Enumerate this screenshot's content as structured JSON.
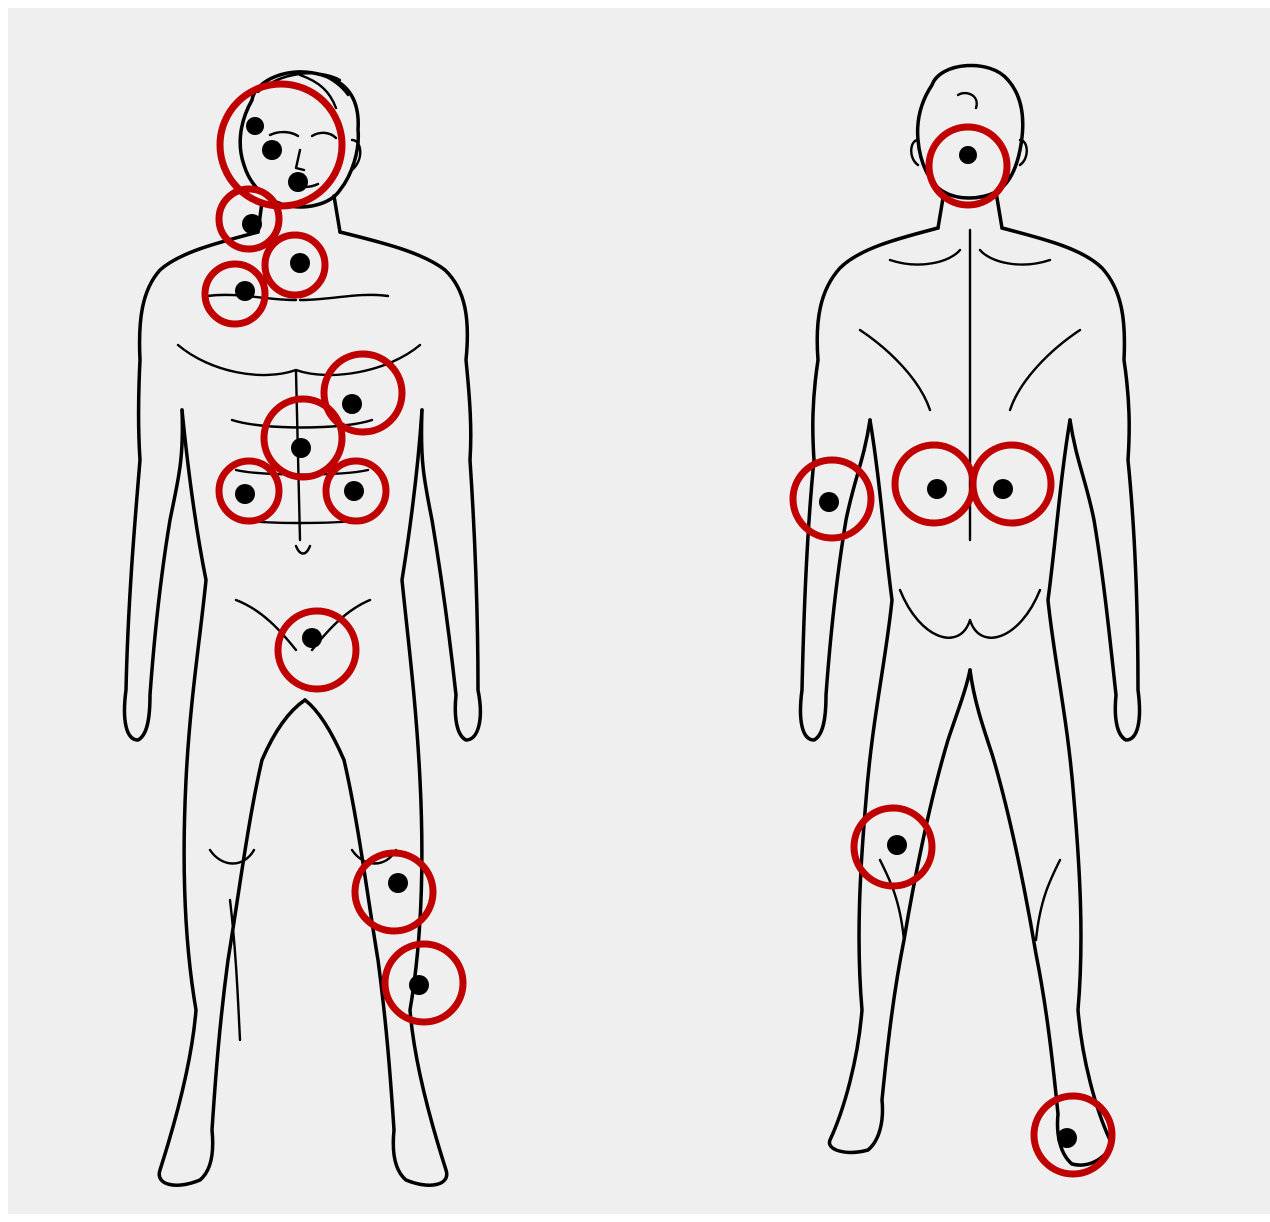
{
  "figure": {
    "figures": [
      "front-view",
      "back-view"
    ]
  },
  "style": {
    "background": "#efefef",
    "outline_color": "#000000",
    "marker_ring_color": "#c00000",
    "marker_dot_color": "#000000"
  },
  "markers": {
    "front": [
      {
        "name": "head"
      },
      {
        "name": "neck-left"
      },
      {
        "name": "shoulder-left"
      },
      {
        "name": "collarbone-center"
      },
      {
        "name": "chest-right"
      },
      {
        "name": "solar-plexus"
      },
      {
        "name": "abdomen-left"
      },
      {
        "name": "abdomen-right"
      },
      {
        "name": "groin"
      },
      {
        "name": "knee-left"
      },
      {
        "name": "shin-left"
      }
    ],
    "back": [
      {
        "name": "neck-back"
      },
      {
        "name": "elbow-back-right"
      },
      {
        "name": "lower-back-left"
      },
      {
        "name": "lower-back-right"
      },
      {
        "name": "knee-back-right"
      },
      {
        "name": "ankle-back-left"
      }
    ]
  }
}
